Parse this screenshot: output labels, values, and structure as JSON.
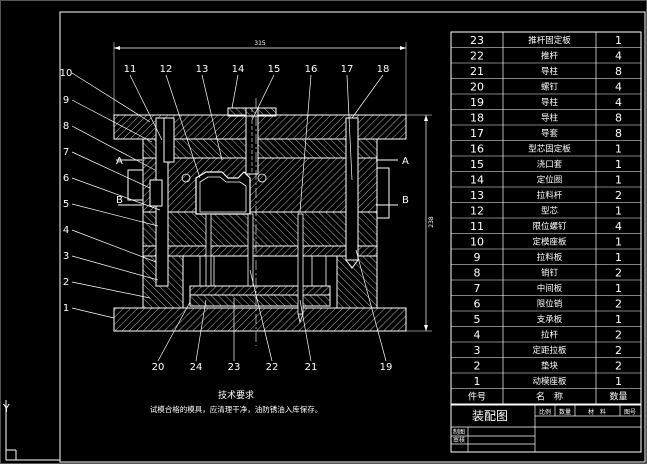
{
  "drawing": {
    "title": "装配图",
    "requirements_title": "技术要求",
    "requirements_text": "试模合格的模具，应清理干净，油防锈油入库保存。",
    "dimension_width": "315",
    "dimension_height": "238",
    "section_a": "A",
    "section_b": "B",
    "ucs_y": "Y"
  },
  "callouts": {
    "left": [
      "10",
      "9",
      "8",
      "7",
      "6",
      "5",
      "4",
      "3",
      "2",
      "1"
    ],
    "top": [
      "11",
      "12",
      "13",
      "14",
      "15",
      "16",
      "17",
      "18"
    ],
    "bottom": [
      "20",
      "24",
      "23",
      "22",
      "21",
      "19"
    ]
  },
  "bom": {
    "header": {
      "no": "件号",
      "name": "名　称",
      "qty": "数量"
    },
    "rows": [
      {
        "no": "23",
        "name": "推杆固定板",
        "qty": "1"
      },
      {
        "no": "22",
        "name": "推杆",
        "qty": "4"
      },
      {
        "no": "21",
        "name": "导柱",
        "qty": "8"
      },
      {
        "no": "20",
        "name": "螺钉",
        "qty": "4"
      },
      {
        "no": "19",
        "name": "导柱",
        "qty": "4"
      },
      {
        "no": "18",
        "name": "导柱",
        "qty": "8"
      },
      {
        "no": "17",
        "name": "导套",
        "qty": "8"
      },
      {
        "no": "16",
        "name": "型芯固定板",
        "qty": "1"
      },
      {
        "no": "15",
        "name": "浇口套",
        "qty": "1"
      },
      {
        "no": "14",
        "name": "定位圈",
        "qty": "1"
      },
      {
        "no": "13",
        "name": "拉料杆",
        "qty": "2"
      },
      {
        "no": "12",
        "name": "型芯",
        "qty": "1"
      },
      {
        "no": "11",
        "name": "限位螺钉",
        "qty": "4"
      },
      {
        "no": "10",
        "name": "定模座板",
        "qty": "1"
      },
      {
        "no": "9",
        "name": "拉料板",
        "qty": "1"
      },
      {
        "no": "8",
        "name": "销钉",
        "qty": "2"
      },
      {
        "no": "7",
        "name": "中间板",
        "qty": "1"
      },
      {
        "no": "6",
        "name": "限位销",
        "qty": "2"
      },
      {
        "no": "5",
        "name": "支承板",
        "qty": "1"
      },
      {
        "no": "4",
        "name": "拉杆",
        "qty": "2"
      },
      {
        "no": "3",
        "name": "定距拉板",
        "qty": "2"
      },
      {
        "no": "2",
        "name": "垫块",
        "qty": "2"
      },
      {
        "no": "1",
        "name": "动模座板",
        "qty": "1"
      }
    ]
  },
  "title_block": {
    "scale": "比例",
    "quantity": "数量",
    "material": "材　料",
    "drawing_no": "图号",
    "drawn": "制图",
    "checked": "审核"
  }
}
